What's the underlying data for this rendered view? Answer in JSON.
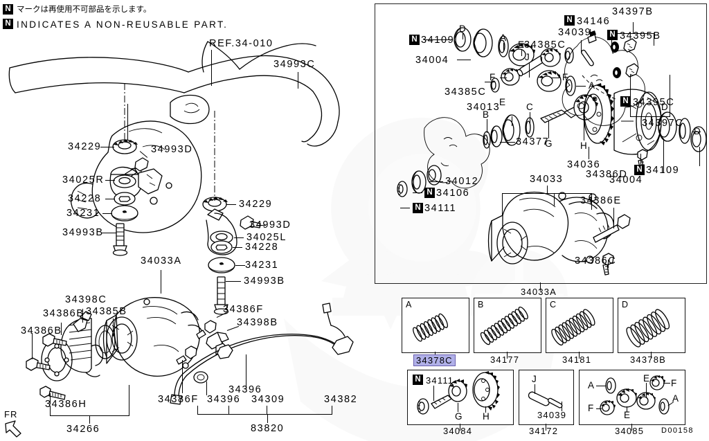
{
  "meta": {
    "drawing_id": "D00158",
    "orientation_marker": "FR"
  },
  "legend": {
    "jp_note": "マークは再使用不可部品を示します。",
    "en_note": "INDICATES A NON-REUSABLE PART.",
    "marker_glyph": "N"
  },
  "left_diagram": {
    "reference": "REF.34-010",
    "labels": [
      {
        "id": "l1",
        "text": "34993C"
      },
      {
        "id": "l2",
        "text": "34229"
      },
      {
        "id": "l3",
        "text": "34993D"
      },
      {
        "id": "l4",
        "text": "34025R"
      },
      {
        "id": "l5",
        "text": "34228"
      },
      {
        "id": "l6",
        "text": "34231"
      },
      {
        "id": "l7",
        "text": "34993B"
      },
      {
        "id": "l8",
        "text": "34229"
      },
      {
        "id": "l9",
        "text": "34993D"
      },
      {
        "id": "l10",
        "text": "34025L"
      },
      {
        "id": "l11",
        "text": "34228"
      },
      {
        "id": "l12",
        "text": "34231"
      },
      {
        "id": "l13",
        "text": "34993B"
      },
      {
        "id": "l14",
        "text": "34033A"
      },
      {
        "id": "l15",
        "text": "34398C"
      },
      {
        "id": "l16",
        "text": "34386B"
      },
      {
        "id": "l17",
        "text": "34385B"
      },
      {
        "id": "l18",
        "text": "34386B"
      },
      {
        "id": "l19",
        "text": "34386F"
      },
      {
        "id": "l20",
        "text": "34398B"
      },
      {
        "id": "l21",
        "text": "34386H"
      },
      {
        "id": "l22",
        "text": "34266"
      },
      {
        "id": "l23",
        "text": "34386F"
      },
      {
        "id": "l24",
        "text": "34396"
      },
      {
        "id": "l25",
        "text": "34396"
      },
      {
        "id": "l26",
        "text": "34309"
      },
      {
        "id": "l27",
        "text": "34382"
      },
      {
        "id": "l28",
        "text": "83820"
      }
    ]
  },
  "right_panel": {
    "labels": [
      {
        "id": "r1",
        "text": "34109",
        "nonreusable": true
      },
      {
        "id": "r2",
        "text": "34004",
        "nonreusable": false
      },
      {
        "id": "r3",
        "text": "34385C",
        "nonreusable": false
      },
      {
        "id": "r4",
        "text": "34385C",
        "nonreusable": false
      },
      {
        "id": "r5",
        "text": "34039",
        "nonreusable": false
      },
      {
        "id": "r6",
        "text": "34146",
        "nonreusable": true
      },
      {
        "id": "r7",
        "text": "34397B",
        "nonreusable": false
      },
      {
        "id": "r8",
        "text": "34395B",
        "nonreusable": true
      },
      {
        "id": "r9",
        "text": "34395C",
        "nonreusable": true
      },
      {
        "id": "r10",
        "text": "34397C",
        "nonreusable": false
      },
      {
        "id": "r11",
        "text": "34013",
        "nonreusable": false
      },
      {
        "id": "r12",
        "text": "34377",
        "nonreusable": false
      },
      {
        "id": "r13",
        "text": "34036",
        "nonreusable": false
      },
      {
        "id": "r14",
        "text": "34386D",
        "nonreusable": false
      },
      {
        "id": "r15",
        "text": "34109",
        "nonreusable": true
      },
      {
        "id": "r16",
        "text": "34004",
        "nonreusable": false
      },
      {
        "id": "r17",
        "text": "34012",
        "nonreusable": false
      },
      {
        "id": "r18",
        "text": "34106",
        "nonreusable": true
      },
      {
        "id": "r19",
        "text": "34111",
        "nonreusable": true
      },
      {
        "id": "r20",
        "text": "34033",
        "nonreusable": false
      },
      {
        "id": "r21",
        "text": "34386E",
        "nonreusable": false
      },
      {
        "id": "r22",
        "text": "34386C",
        "nonreusable": false
      }
    ],
    "letter_callouts": [
      "D",
      "A",
      "E",
      "J",
      "F",
      "F",
      "C",
      "E",
      "B",
      "A",
      "G",
      "H",
      "D",
      "D"
    ],
    "assembly_label": "34033A"
  },
  "detail_boxes_row1": [
    {
      "tag": "A",
      "part": "34378C",
      "highlighted": true,
      "item": "spring"
    },
    {
      "tag": "B",
      "part": "34177",
      "highlighted": false,
      "item": "spring"
    },
    {
      "tag": "C",
      "part": "34181",
      "highlighted": false,
      "item": "spring"
    },
    {
      "tag": "D",
      "part": "34378B",
      "highlighted": false,
      "item": "spring"
    }
  ],
  "detail_boxes_row2": [
    {
      "part": "34084",
      "contents": [
        {
          "label": "34111",
          "nonreusable": true
        },
        {
          "label": "G",
          "nonreusable": false
        },
        {
          "label": "H",
          "nonreusable": false
        }
      ]
    },
    {
      "part": "34172",
      "contents": [
        {
          "label": "J",
          "nonreusable": false
        },
        {
          "label": "34039",
          "nonreusable": false
        }
      ]
    },
    {
      "part": "34085",
      "contents": [
        {
          "label": "A",
          "nonreusable": false
        },
        {
          "label": "F",
          "nonreusable": false
        },
        {
          "label": "E",
          "nonreusable": false
        },
        {
          "label": "E",
          "nonreusable": false
        },
        {
          "label": "F",
          "nonreusable": false
        },
        {
          "label": "A",
          "nonreusable": false
        }
      ]
    }
  ],
  "colors": {
    "highlight_fill": "#b0b0e8",
    "highlight_border": "#6a5fae",
    "ink": "#000000",
    "panel_border": "#222222"
  }
}
